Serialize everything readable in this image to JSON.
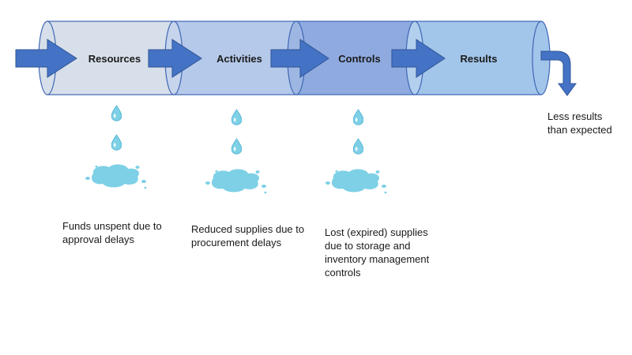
{
  "stages": [
    {
      "label": "Resources"
    },
    {
      "label": "Activities"
    },
    {
      "label": "Controls"
    },
    {
      "label": "Results"
    }
  ],
  "leak_captions": [
    {
      "lines": [
        "Funds unspent due to",
        "approval delays"
      ]
    },
    {
      "lines": [
        "Reduced supplies due to",
        "procurement delays"
      ]
    },
    {
      "lines": [
        "Lost (expired) supplies",
        "due to storage and",
        "inventory management",
        "controls"
      ]
    }
  ],
  "outcome": {
    "lines": [
      "Less results",
      "than expected"
    ]
  },
  "colors": {
    "pipe_1": "#d7dfea",
    "pipe_2": "#b5c9ea",
    "pipe_3": "#8eaadf",
    "pipe_4": "#a2c5ea",
    "pipe_outline": "#3f67b5",
    "arrow": "#4472c4",
    "water": "#7dd0e6"
  },
  "icons": [
    "arrow-right-icon",
    "curved-down-arrow-icon",
    "water-drop-icon",
    "water-puddle-icon"
  ]
}
